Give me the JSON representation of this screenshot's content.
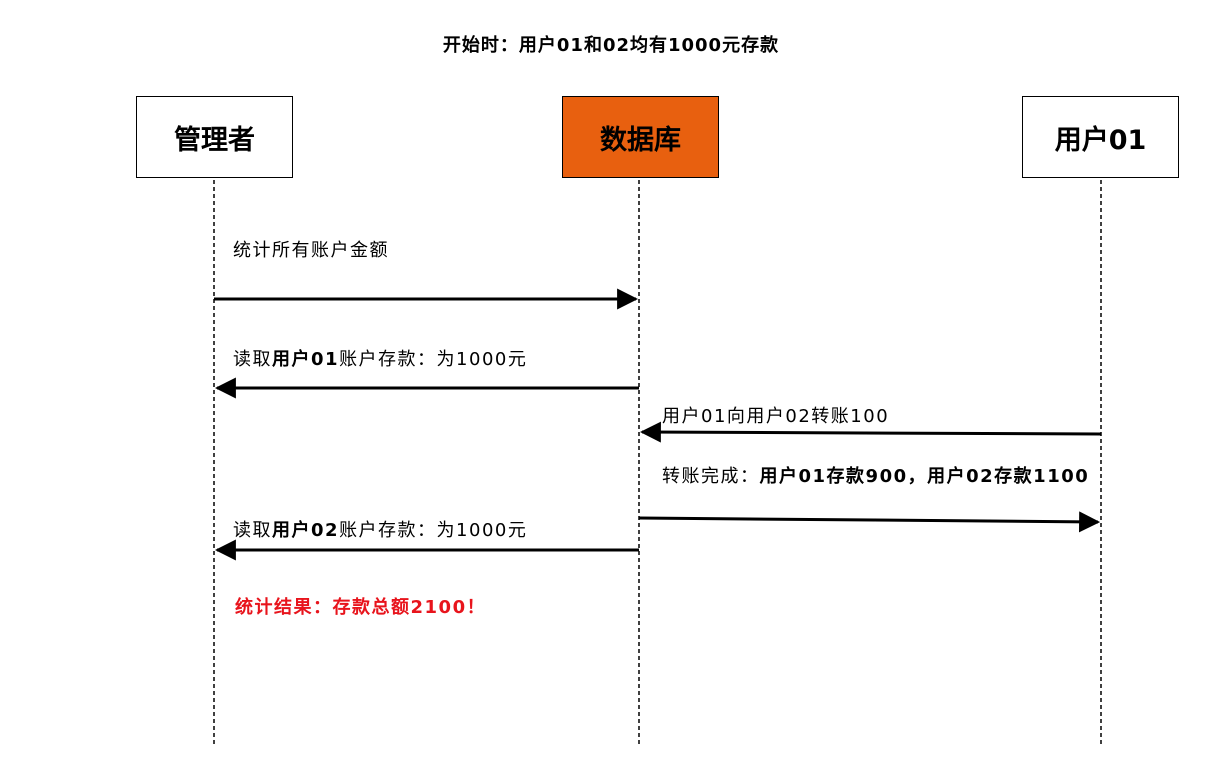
{
  "title": "开始时：用户01和02均有1000元存款",
  "participants": {
    "admin": "管理者",
    "database": "数据库",
    "user": "用户01"
  },
  "messages": {
    "m1": {
      "text": "统计所有账户金额"
    },
    "m2": {
      "pre": "读取",
      "bold": "用户01",
      "post": "账户存款：为1000元"
    },
    "m3": {
      "text": "用户01向用户02转账100"
    },
    "m4": {
      "pre": "转账完成：",
      "bold": "用户01存款900，用户02存款1100"
    },
    "m5": {
      "pre": "读取",
      "bold": "用户02",
      "post": "账户存款：为1000元"
    }
  },
  "result": "统计结果：存款总额2100！",
  "colors": {
    "database_fill": "#e8600f",
    "result_text": "#e8141c"
  }
}
